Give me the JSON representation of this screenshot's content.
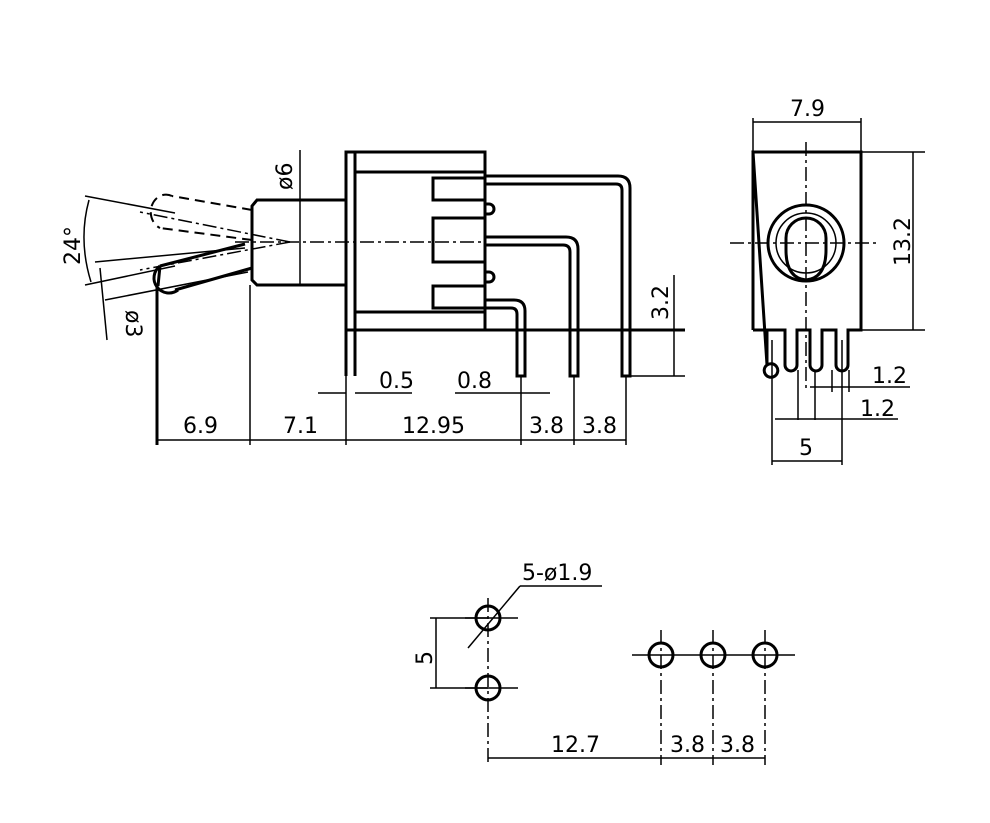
{
  "side_view": {
    "bushing_dia": "ø6",
    "angle": "24°",
    "lever_dia": "ø3",
    "dim_a": "6.9",
    "dim_b": "7.1",
    "dim_c": "12.95",
    "dim_d": "3.8",
    "dim_e": "3.8",
    "dim_f": "0.5",
    "dim_g": "0.8",
    "dim_h": "3.2"
  },
  "end_view": {
    "width": "7.9",
    "height": "13.2",
    "pin_w1": "1.2",
    "pin_w2": "1.2",
    "pitch": "5"
  },
  "footprint": {
    "holes": "5-ø1.9",
    "vertical": "5",
    "dim_a": "12.7",
    "dim_b": "3.8",
    "dim_c": "3.8"
  }
}
